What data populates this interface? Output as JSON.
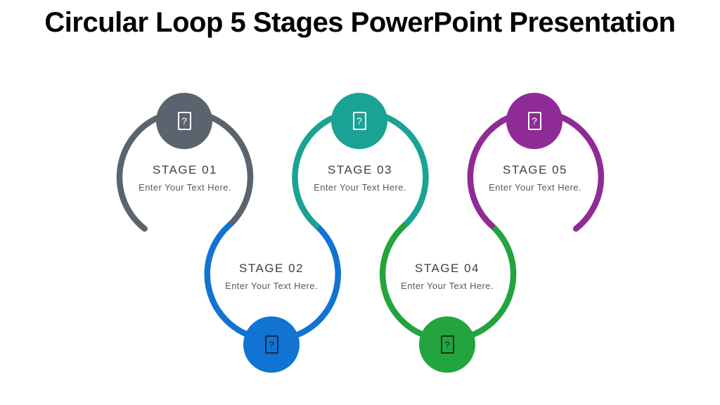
{
  "slide": {
    "title": "Circular Loop 5 Stages PowerPoint Presentation",
    "background": "#ffffff"
  },
  "stages": [
    {
      "label": "STAGE 01",
      "description": "Enter Your Text Here.",
      "color": "#5a646e",
      "glyph_color": "#ffffff",
      "icon": "missing-glyph-icon",
      "glyph_char": "?",
      "position": "top"
    },
    {
      "label": "STAGE 02",
      "description": "Enter Your Text Here.",
      "color": "#1173d2",
      "glyph_color": "#0b2c4f",
      "icon": "missing-glyph-icon",
      "glyph_char": "?",
      "position": "bottom"
    },
    {
      "label": "STAGE 03",
      "description": "Enter Your Text Here.",
      "color": "#1aa394",
      "glyph_color": "#ffffff",
      "icon": "missing-glyph-icon",
      "glyph_char": "?",
      "position": "top"
    },
    {
      "label": "STAGE 04",
      "description": "Enter Your Text Here.",
      "color": "#23a43e",
      "glyph_color": "#0e3a18",
      "icon": "missing-glyph-icon",
      "glyph_char": "?",
      "position": "bottom"
    },
    {
      "label": "STAGE 05",
      "description": "Enter Your Text Here.",
      "color": "#8e2b96",
      "glyph_color": "#ffffff",
      "icon": "missing-glyph-icon",
      "glyph_char": "?",
      "position": "top"
    }
  ],
  "text_colors": {
    "title": "#000000",
    "stage_label": "#3f3f3f",
    "stage_description": "#5a5a5a"
  }
}
